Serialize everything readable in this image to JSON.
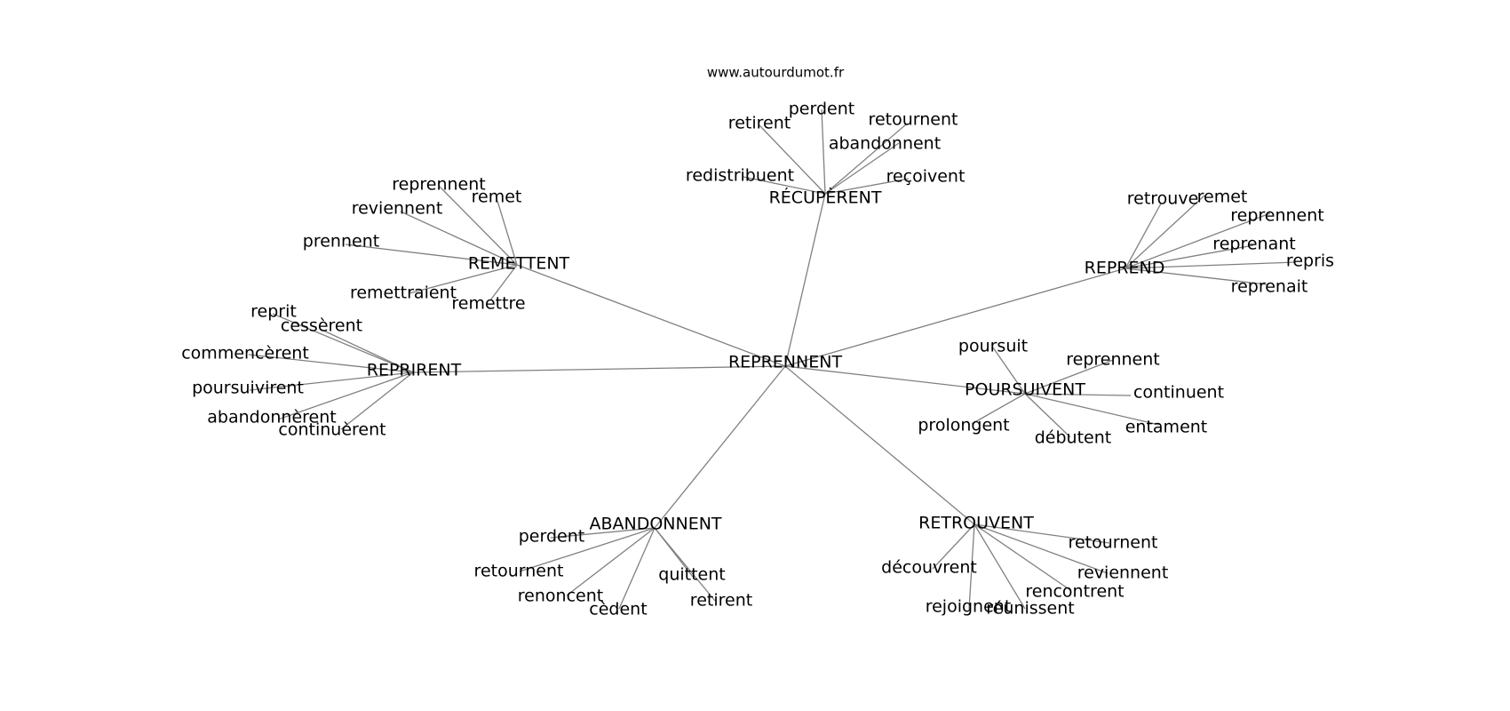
{
  "watermark": "www.autourdumot.fr",
  "root": "REPRENNENT",
  "clusters": [
    {
      "hub": "RÉCUPÈRENT",
      "words": [
        "retirent",
        "perdent",
        "retournent",
        "abandonnent",
        "redistribuent",
        "reçoivent"
      ]
    },
    {
      "hub": "REMETTENT",
      "words": [
        "reprennent",
        "remet",
        "reviennent",
        "prennent",
        "remettraient",
        "remettre"
      ]
    },
    {
      "hub": "REPRIRENT",
      "words": [
        "reprit",
        "cessèrent",
        "commencèrent",
        "poursuivirent",
        "abandonnèrent",
        "continuèrent"
      ]
    },
    {
      "hub": "REPREND",
      "words": [
        "retrouve",
        "remet",
        "reprennent",
        "reprenant",
        "repris",
        "reprenait"
      ]
    },
    {
      "hub": "POURSUIVENT",
      "words": [
        "poursuit",
        "reprennent",
        "continuent",
        "prolongent",
        "débutent",
        "entament"
      ]
    },
    {
      "hub": "ABANDONNENT",
      "words": [
        "perdent",
        "retournent",
        "renoncent",
        "cèdent",
        "quittent",
        "retirent"
      ]
    },
    {
      "hub": "RETROUVENT",
      "words": [
        "retournent",
        "découvrent",
        "reviennent",
        "rencontrent",
        "rejoignent",
        "réunissent"
      ]
    }
  ]
}
